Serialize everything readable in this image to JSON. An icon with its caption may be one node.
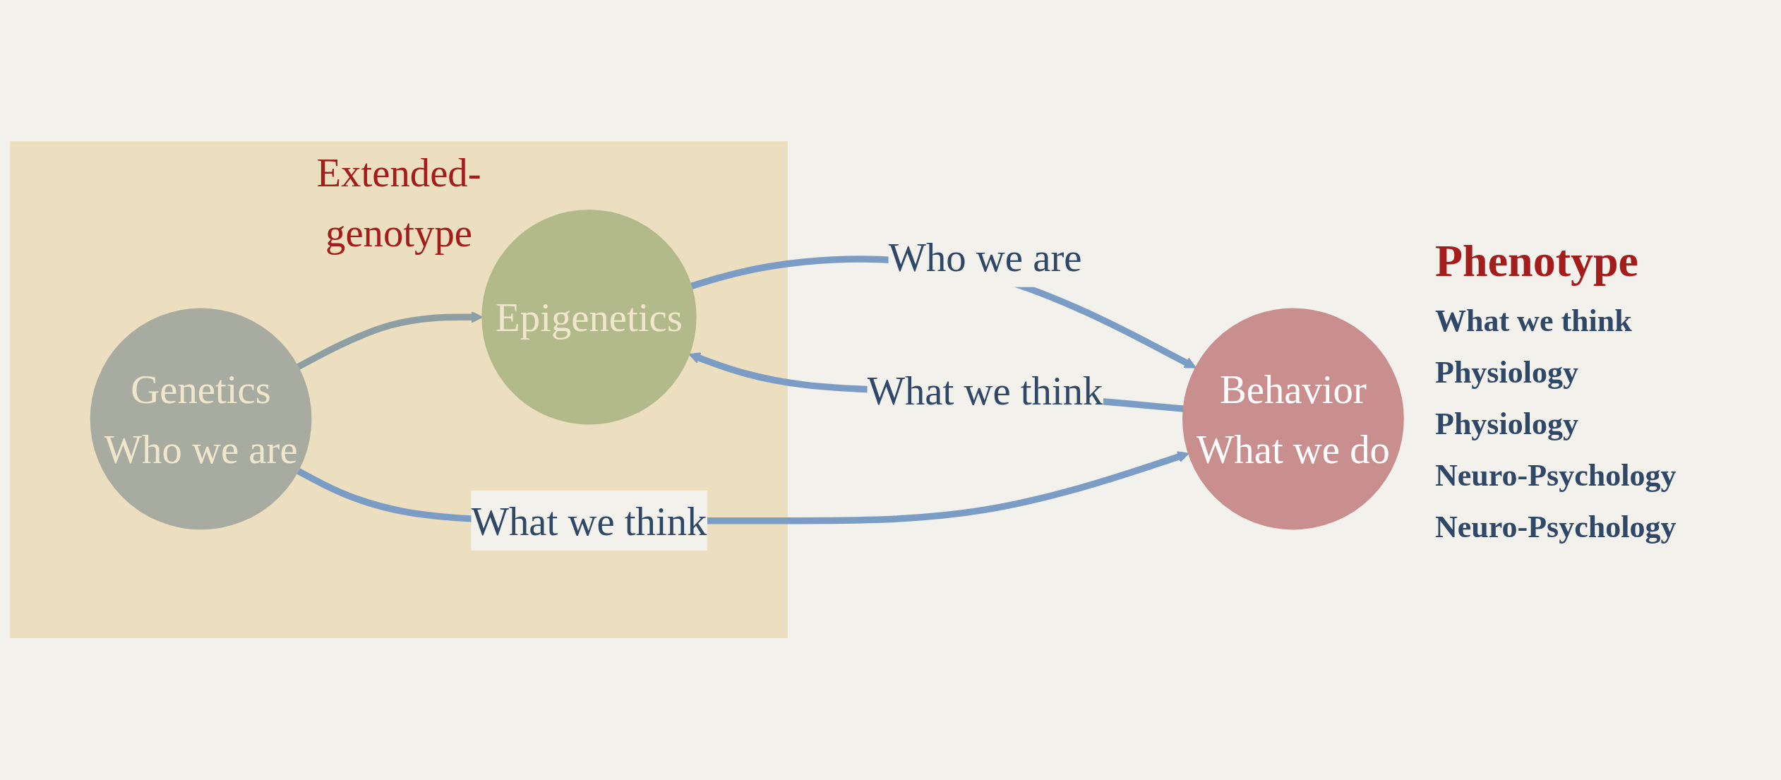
{
  "diagram": {
    "nodes": [
      {
        "text": [
          "Extended-genotype"
        ]
      },
      {
        "text": [
          "Genetics",
          "Who we are"
        ],
        "in": 0
      },
      {
        "text": [
          "Epigenetics"
        ],
        "in": 0
      },
      {
        "text": [
          "Behavior",
          "What we do"
        ],
        "beside": [
          "Phenotype"
        ]
      }
    ],
    "edges": [
      {
        "from": 1,
        "to": 2,
        "arrow": "to",
        "color": "#8e9fa3"
      },
      {
        "from": 2,
        "to": 3,
        "arrow": "to",
        "label": "Who we are"
      },
      {
        "from": 3,
        "to": 2,
        "arrow": "to",
        "label": "What we think"
      },
      {
        "from": 1,
        "to": 3,
        "arrow": "to",
        "label": "What we think"
      }
    ],
    "labels": [
      "What we think",
      "Physiology",
      "Physiology",
      "Neuro-Psychology",
      "Neuro-Psychology"
    ]
  }
}
